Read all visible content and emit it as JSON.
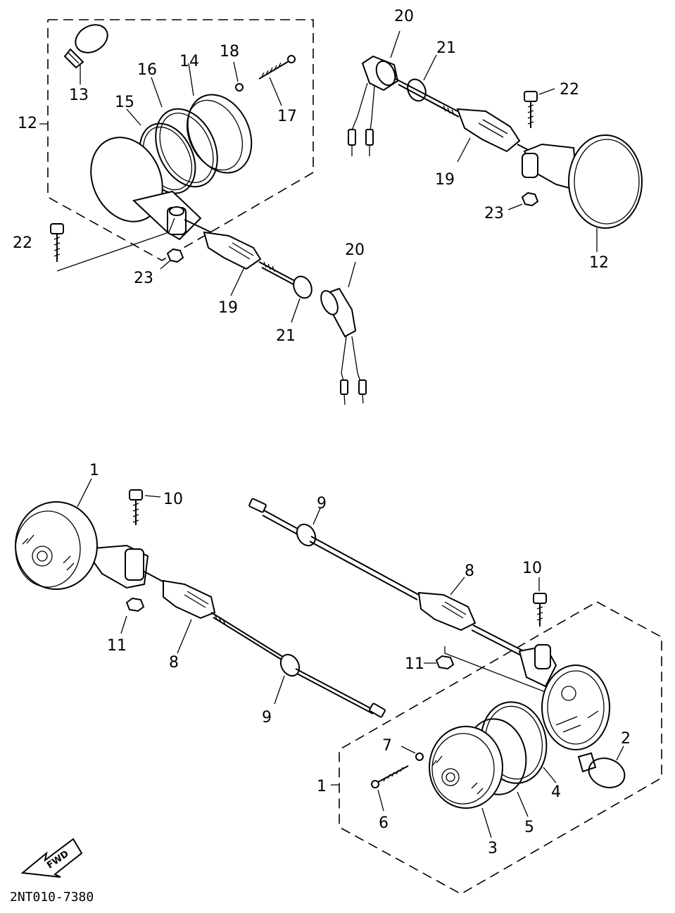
{
  "diagram": {
    "code": "2NT010-7380",
    "fwd_label": "FWD",
    "labels": {
      "l1a": "1",
      "l1b": "1",
      "l2": "2",
      "l3": "3",
      "l4": "4",
      "l5": "5",
      "l6": "6",
      "l7": "7",
      "l8a": "8",
      "l8b": "8",
      "l9a": "9",
      "l9b": "9",
      "l10a": "10",
      "l10b": "10",
      "l11a": "11",
      "l11b": "11",
      "l12a": "12",
      "l12b": "12",
      "l13": "13",
      "l14": "14",
      "l15": "15",
      "l16": "16",
      "l17": "17",
      "l18": "18",
      "l19a": "19",
      "l19b": "19",
      "l20a": "20",
      "l20b": "20",
      "l21a": "21",
      "l21b": "21",
      "l22a": "22",
      "l22b": "22",
      "l23a": "23",
      "l23b": "23"
    }
  }
}
